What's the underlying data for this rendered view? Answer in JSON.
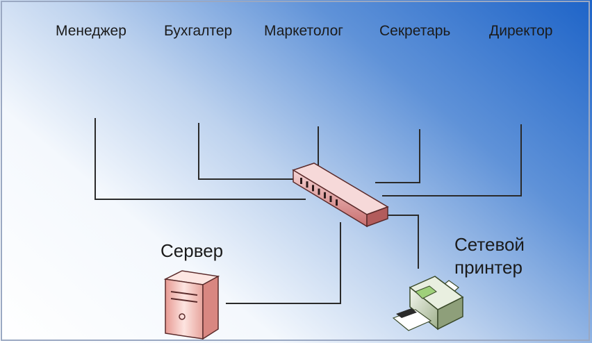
{
  "workstations": [
    {
      "label": "Менеджер"
    },
    {
      "label": "Бухгалтер"
    },
    {
      "label": "Маркетолог"
    },
    {
      "label": "Секретарь"
    },
    {
      "label": "Директор"
    }
  ],
  "switch": {
    "ports": 7
  },
  "server": {
    "label": "Сервер"
  },
  "printer": {
    "label_line1": "Сетевой",
    "label_line2": "принтер"
  },
  "colors": {
    "background_top_right": "#1e64c8",
    "background_bottom_left": "#ffffff",
    "cable": "#2a2a2a",
    "switch": "#d98a8a",
    "server": "#f2b6b0",
    "workstation": "#b9d2ee"
  }
}
